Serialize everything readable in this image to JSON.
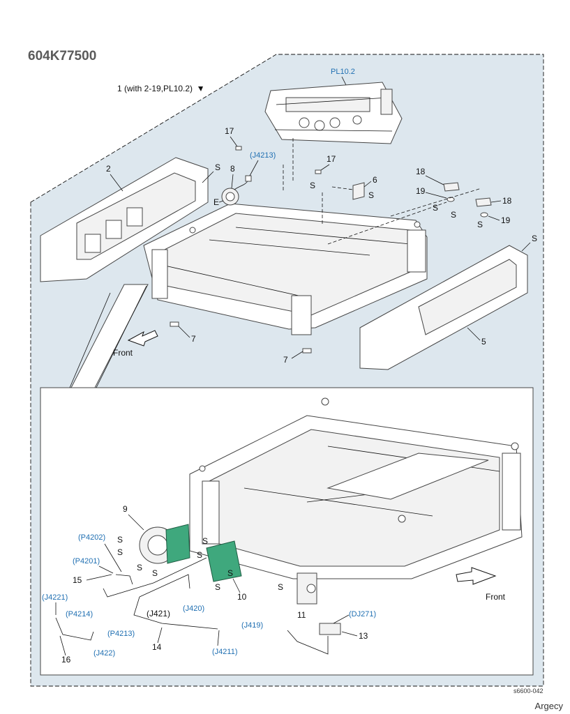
{
  "header": {
    "part_number": "604K77500"
  },
  "footer": {
    "watermark": "Argecy"
  },
  "diagram": {
    "figure_code": "s6600-042",
    "assembly_note": {
      "index": "1",
      "text": "(with 2-19,PL10.2)"
    },
    "ref_plate": "PL10.2",
    "front_top": "Front",
    "front_bottom": "Front",
    "labels": {
      "n2": "2",
      "n5": "5",
      "n6": "6",
      "n7a": "7",
      "n7b": "7",
      "n8": "8",
      "n9": "9",
      "n10": "10",
      "n11": "11",
      "n13": "13",
      "n14": "14",
      "n15": "15",
      "n16": "16",
      "n17a": "17",
      "n17b": "17",
      "n18a": "18",
      "n18b": "18",
      "n19a": "19",
      "n19b": "19",
      "e": "E",
      "s": "S"
    },
    "connectors": {
      "j4213": "(J4213)",
      "p4202": "(P4202)",
      "p4201": "(P4201)",
      "j4221": "(J4221)",
      "p4214": "(P4214)",
      "p4213": "(P4213)",
      "j422": "(J422)",
      "j421": "(J421)",
      "j420": "(J420)",
      "j419": "(J419)",
      "j4211": "(J4211)",
      "dj271": "(DJ271)"
    },
    "colors": {
      "panel": "#dde7ee",
      "inset": "#ffffff",
      "blue_label": "#1f6fb2",
      "pcb": "#3fa87d"
    }
  }
}
